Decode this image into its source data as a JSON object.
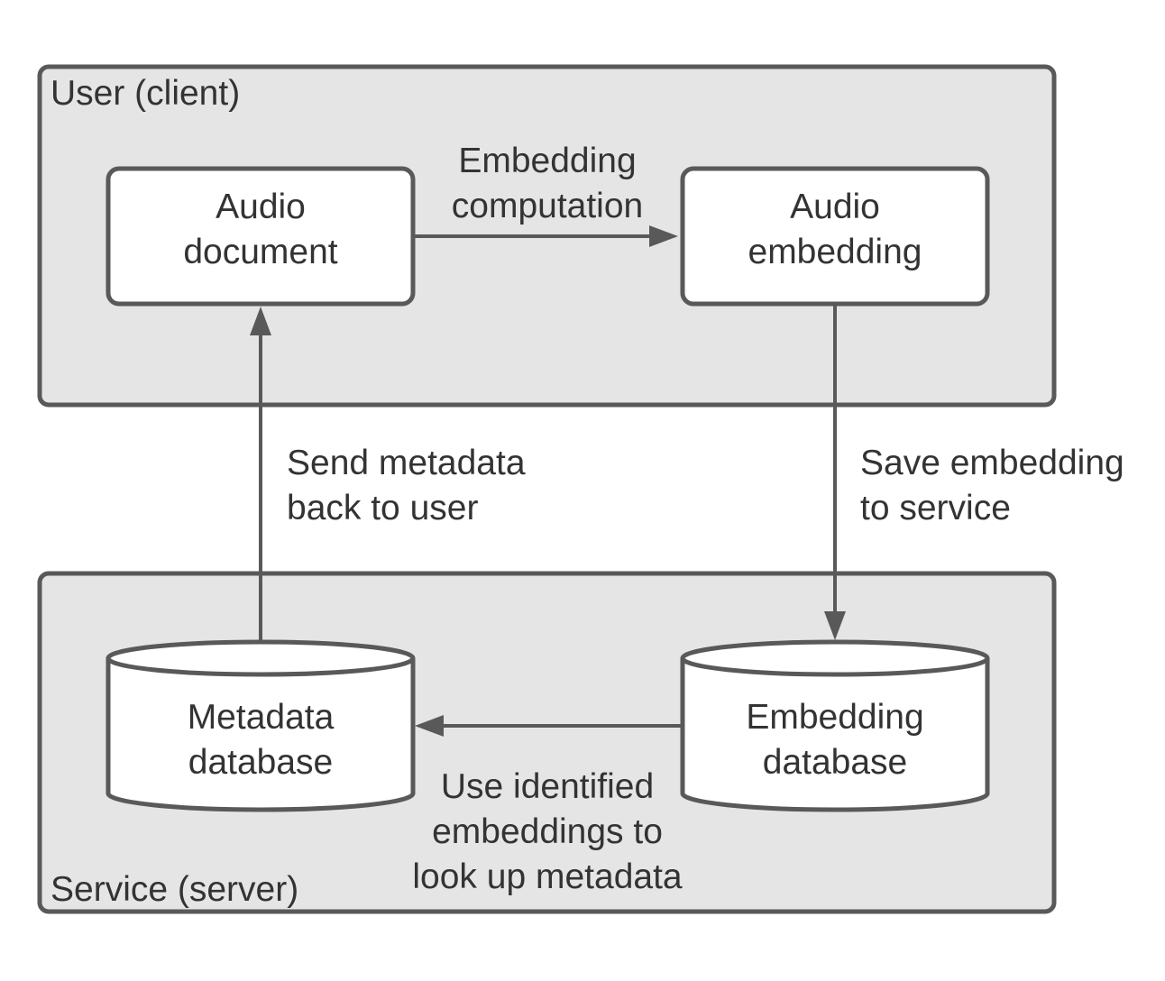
{
  "containers": {
    "client": {
      "label": "User (client)"
    },
    "server": {
      "label": "Service (server)"
    }
  },
  "nodes": {
    "audio_document": {
      "lines": [
        "Audio",
        "document"
      ]
    },
    "audio_embedding": {
      "lines": [
        "Audio",
        "embedding"
      ]
    },
    "metadata_database": {
      "lines": [
        "Metadata",
        "database"
      ]
    },
    "embedding_database": {
      "lines": [
        "Embedding",
        "database"
      ]
    }
  },
  "edges": {
    "embedding_computation": {
      "lines": [
        "Embedding",
        "computation"
      ]
    },
    "save_embedding": {
      "lines": [
        "Save embedding",
        "to service"
      ]
    },
    "lookup_metadata": {
      "lines": [
        "Use identified",
        "embeddings to",
        "look up metadata"
      ]
    },
    "send_metadata": {
      "lines": [
        "Send metadata",
        "back to user"
      ]
    }
  },
  "colors": {
    "container_fill": "#e5e5e5",
    "stroke": "#595959",
    "node_fill": "#ffffff",
    "text": "#333333"
  }
}
